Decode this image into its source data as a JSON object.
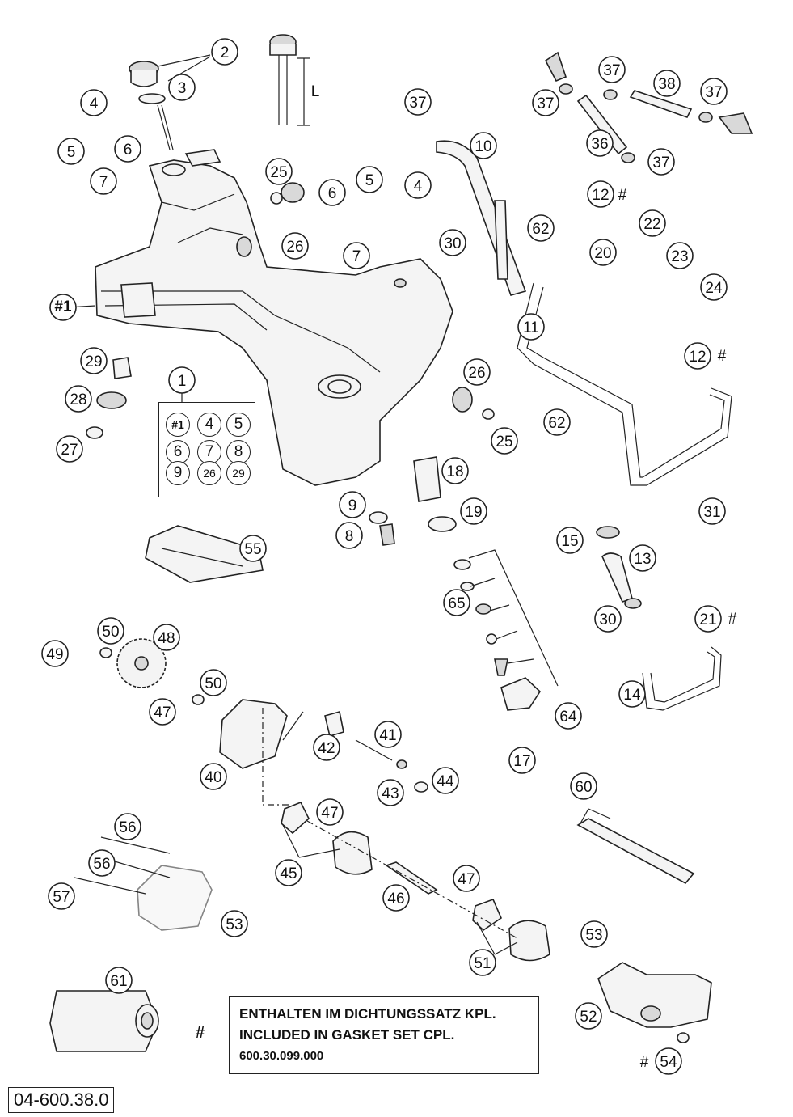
{
  "callouts": {
    "c2": "2",
    "c3": "3",
    "cL": "L",
    "c37a": "37",
    "c37b": "37",
    "c38": "38",
    "c37c": "37",
    "c37d": "37",
    "c36": "36",
    "c37e": "37",
    "c4a": "4",
    "c5a": "5",
    "c6a": "6",
    "c7a": "7",
    "c10": "10",
    "c25a": "25",
    "c5b": "5",
    "c4b": "4",
    "c6b": "6",
    "c26a": "26",
    "c7b": "7",
    "c30a": "30",
    "c12a": "12",
    "hash12a": "#",
    "c22": "22",
    "c62a": "62",
    "c20": "20",
    "c23": "23",
    "c24": "24",
    "cH1": "#1",
    "c11": "11",
    "c29": "29",
    "c12b": "12",
    "hash12b": "#",
    "c1": "1",
    "c28": "28",
    "c26b": "26",
    "c62b": "62",
    "c27": "27",
    "c25b": "25",
    "c18": "18",
    "c31": "31",
    "c9": "9",
    "c19": "19",
    "c8": "8",
    "c55": "55",
    "c15": "15",
    "c13": "13",
    "c65": "65",
    "c30b": "30",
    "c21": "21",
    "hash21": "#",
    "c50a": "50",
    "c48": "48",
    "c49": "49",
    "c50b": "50",
    "c47a": "47",
    "c14": "14",
    "c64": "64",
    "c42": "42",
    "c41": "41",
    "c40": "40",
    "c43": "43",
    "c44": "44",
    "c17": "17",
    "c60": "60",
    "c47b": "47",
    "c56a": "56",
    "c45": "45",
    "c56b": "56",
    "c47c": "47",
    "c57": "57",
    "c46": "46",
    "c53a": "53",
    "c53b": "53",
    "c51": "51",
    "c61": "61",
    "c52": "52",
    "c54": "54",
    "hash54": "#"
  },
  "kit": {
    "items": [
      "#1",
      "4",
      "5",
      "6",
      "7",
      "8",
      "9",
      "26",
      "29"
    ]
  },
  "gasket_note": {
    "hash": "#",
    "line_de": "ENTHALTEN IM DICHTUNGSSATZ KPL.",
    "line_en": "INCLUDED IN GASKET SET CPL.",
    "part_number": "600.30.099.000"
  },
  "drawing_number": "04-600.38.0"
}
